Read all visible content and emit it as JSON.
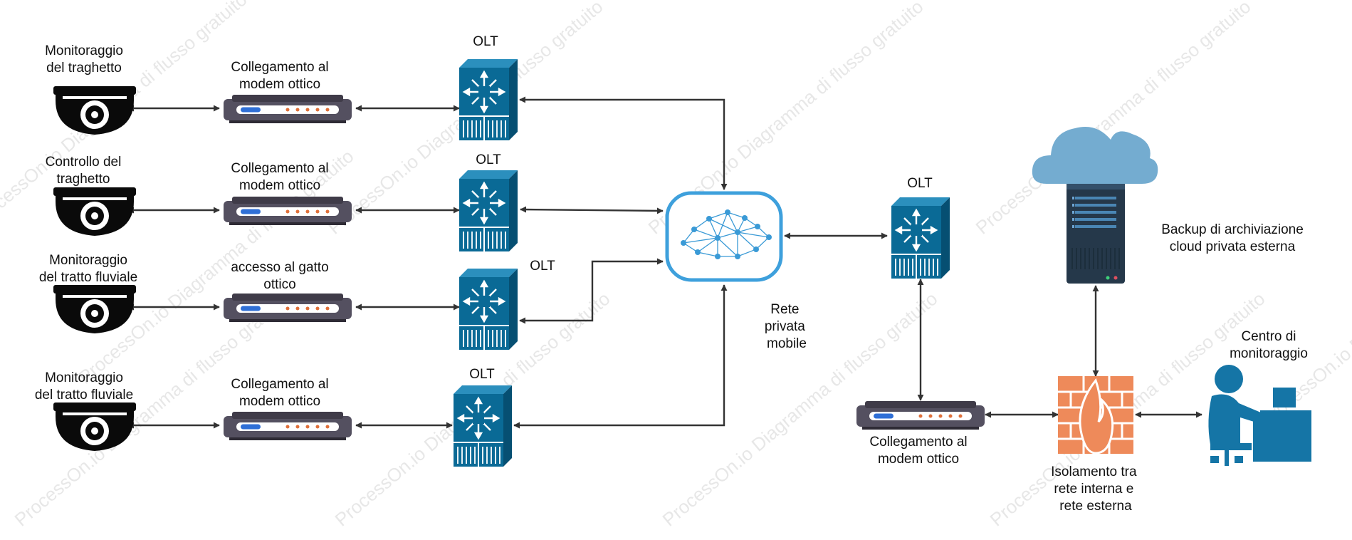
{
  "watermark": "ProcessOn.io Diagramma di flusso gratuito",
  "labels": {
    "cam1": [
      "Monitoraggio",
      "del traghetto"
    ],
    "cam2": [
      "Controllo del",
      "traghetto"
    ],
    "cam3": [
      "Monitoraggio",
      "del tratto fluviale"
    ],
    "cam4": [
      "Monitoraggio",
      "del tratto fluviale"
    ],
    "modem1": [
      "Collegamento al",
      "modem ottico"
    ],
    "modem2": [
      "Collegamento al",
      "modem ottico"
    ],
    "modem3": [
      "accesso al gatto",
      "ottico"
    ],
    "modem4": [
      "Collegamento al",
      "modem ottico"
    ],
    "olt1": "OLT",
    "olt2": "OLT",
    "olt3": "OLT",
    "olt4": "OLT",
    "olt5": "OLT",
    "network": [
      "Rete",
      "privata",
      "mobile"
    ],
    "modem5": [
      "Collegamento al",
      "modem ottico"
    ],
    "firewall": [
      "Isolamento tra",
      "rete interna e",
      "rete esterna"
    ],
    "cloud": [
      "Backup di archiviazione",
      "cloud privata esterna"
    ],
    "center": [
      "Centro di",
      "monitoraggio"
    ]
  },
  "colors": {
    "olt": "#0a6a96",
    "olt_light": "#2b8fbd",
    "network_border": "#3ea0dc",
    "network_nodes": "#3a9ad6",
    "cloud": "#74acd0",
    "server": "#25384a",
    "firewall": "#ee8a5a",
    "person": "#1575a6",
    "modem_body": "#545060",
    "modem_led": "#2f6fd6",
    "modem_dots": "#e0703a",
    "camera": "#0a0a0a",
    "connector": "#333333"
  }
}
